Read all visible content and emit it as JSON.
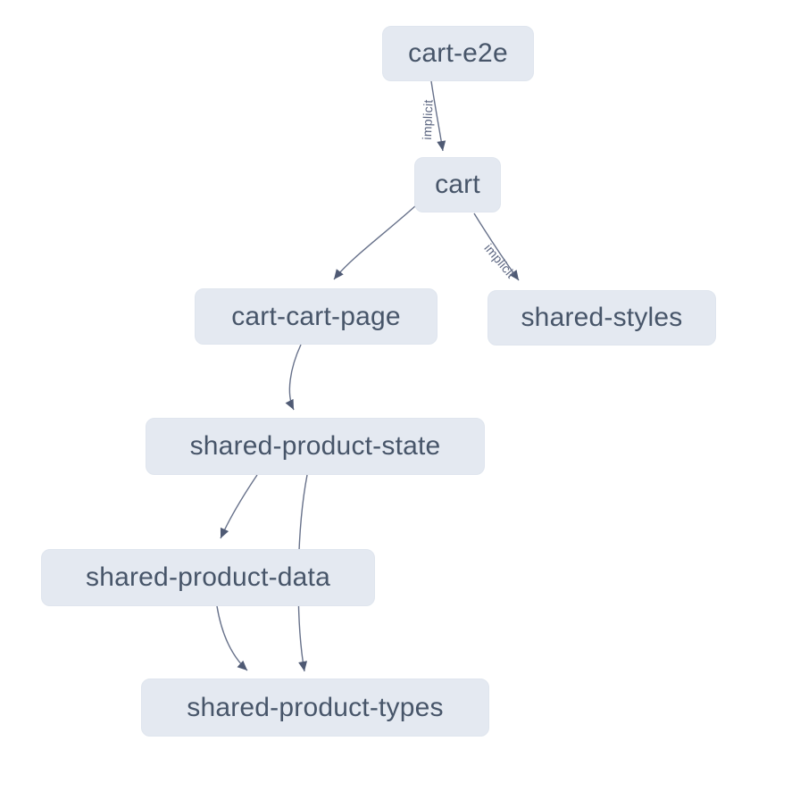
{
  "diagram": {
    "kind": "project-dependency-graph",
    "colors": {
      "background": "#ffffff",
      "node_fill": "#e4e9f1",
      "node_border": "#dfe5ee",
      "node_text": "#475569",
      "edge_stroke": "#67718a",
      "arrowhead_fill": "#4f5a74",
      "edge_label_text": "#5b6580"
    },
    "nodes": [
      {
        "id": "cart-e2e",
        "label": "cart-e2e"
      },
      {
        "id": "cart",
        "label": "cart"
      },
      {
        "id": "cart-cart-page",
        "label": "cart-cart-page"
      },
      {
        "id": "shared-styles",
        "label": "shared-styles"
      },
      {
        "id": "shared-product-state",
        "label": "shared-product-state"
      },
      {
        "id": "shared-product-data",
        "label": "shared-product-data"
      },
      {
        "id": "shared-product-types",
        "label": "shared-product-types"
      }
    ],
    "edges": [
      {
        "from": "cart-e2e",
        "to": "cart",
        "label": "implicit"
      },
      {
        "from": "cart",
        "to": "cart-cart-page",
        "label": ""
      },
      {
        "from": "cart",
        "to": "shared-styles",
        "label": "implicit"
      },
      {
        "from": "cart-cart-page",
        "to": "shared-product-state",
        "label": ""
      },
      {
        "from": "shared-product-state",
        "to": "shared-product-data",
        "label": ""
      },
      {
        "from": "shared-product-state",
        "to": "shared-product-types",
        "label": ""
      },
      {
        "from": "shared-product-data",
        "to": "shared-product-types",
        "label": ""
      }
    ]
  }
}
